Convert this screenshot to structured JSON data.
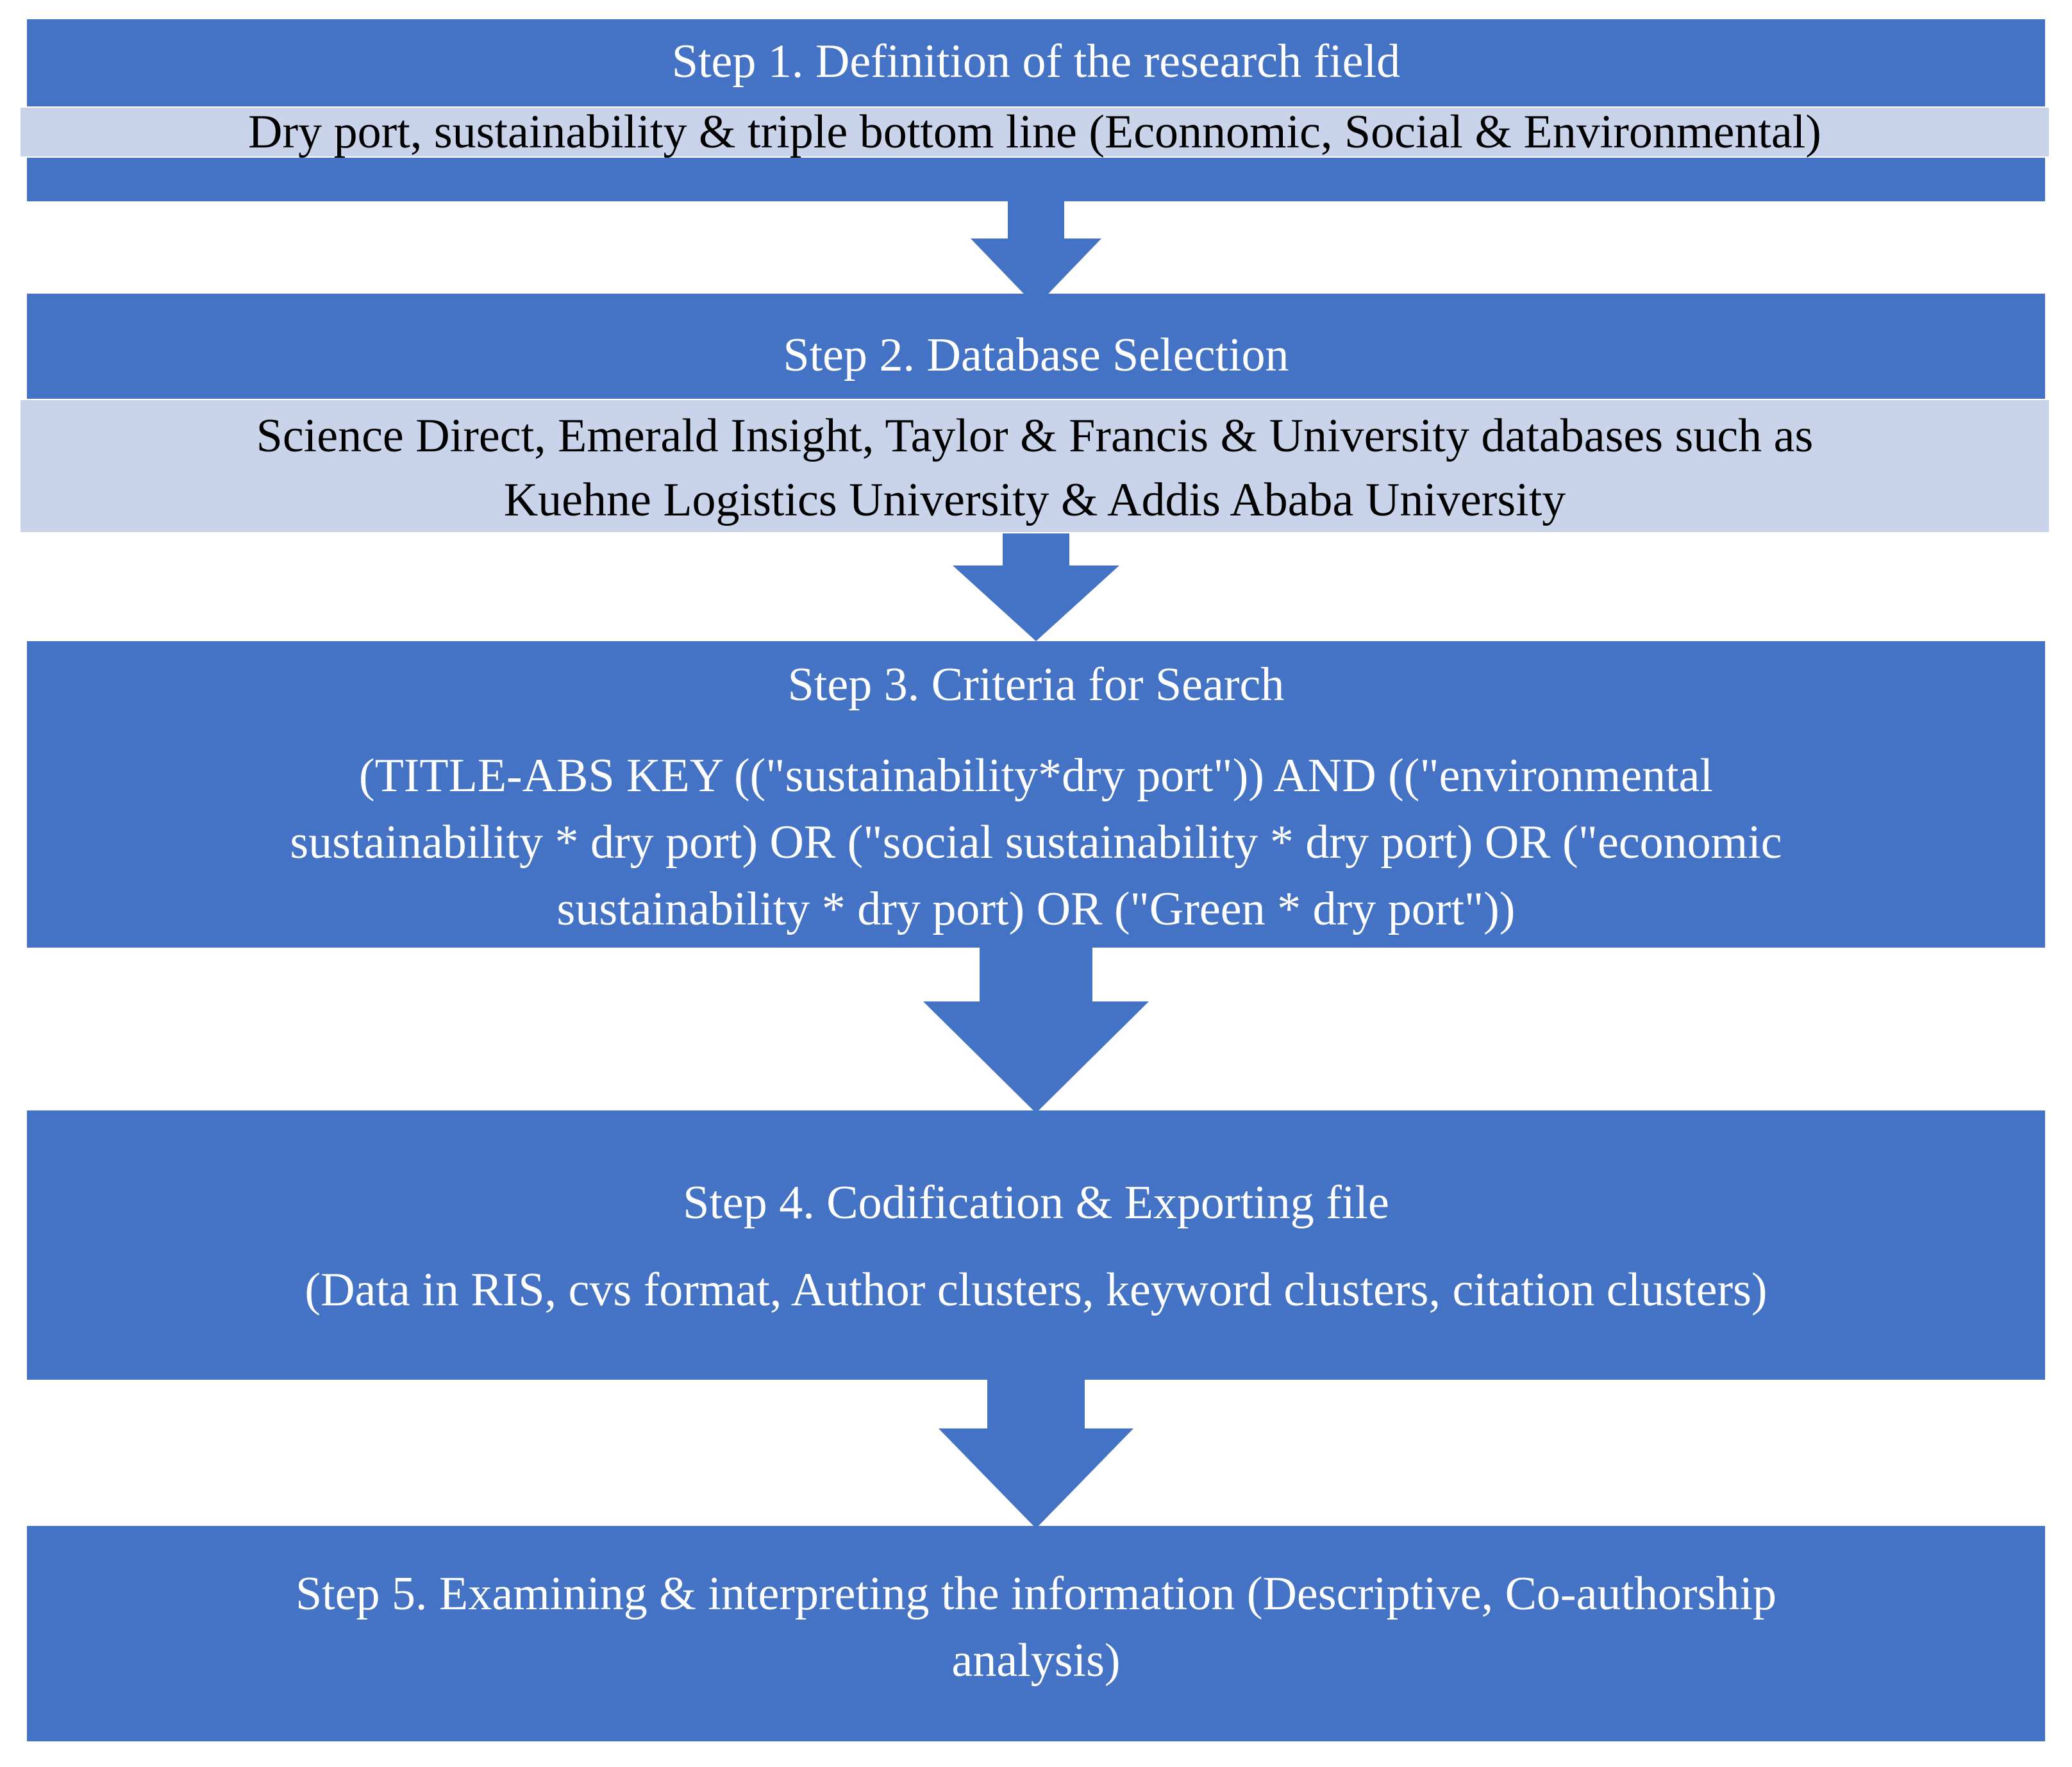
{
  "colors": {
    "box_fill": "#4472c4",
    "band_fill": "#c9d3ea",
    "box_text": "#ffffff",
    "band_text": "#000000",
    "arrow_fill": "#4472c4"
  },
  "steps": [
    {
      "title": "Step 1. Definition of the research field",
      "detail": "Dry port,  sustainability & triple bottom line (Econnomic, Social  & Environmental)"
    },
    {
      "title": "Step 2. Database Selection",
      "detail_lines": [
        "Science Direct, Emerald Insight, Taylor & Francis & University databases such as",
        "Kuehne Logistics University & Addis Ababa University"
      ]
    },
    {
      "title": "Step 3. Criteria for Search",
      "detail_lines": [
        "(TITLE-ABS  KEY ((\"sustainability*dry port\")) AND ((\"environmental",
        "sustainability * dry port) OR (\"social sustainability * dry port) OR (\"economic",
        "sustainability * dry port) OR (\"Green * dry port\"))"
      ]
    },
    {
      "title": "Step 4. Codification & Exporting file",
      "detail": "(Data in RIS, cvs format, Author clusters, keyword clusters, citation clusters)"
    },
    {
      "title_lines": [
        "Step 5. Examining & interpreting the information (Descriptive, Co-authorship",
        "analysis)"
      ]
    }
  ]
}
